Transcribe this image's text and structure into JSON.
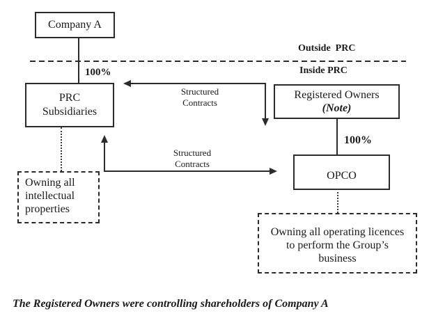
{
  "diagram": {
    "boxes": {
      "company_a": {
        "label": "Company A"
      },
      "prc_subsidiaries": {
        "lines": [
          "PRC",
          "Subsidiaries"
        ]
      },
      "registered_owners": {
        "label": "Registered Owners",
        "note": "(Note)"
      },
      "opco": {
        "label": "OPCO"
      },
      "ip": {
        "lines": [
          "Owning all",
          "intellectual",
          "properties"
        ]
      },
      "licences": {
        "lines": [
          "Owning all operating licences",
          "to perform the Group’s",
          "business"
        ]
      }
    },
    "region_labels": {
      "outside": "Outside  PRC",
      "inside": "Inside PRC"
    },
    "ownership": {
      "company_a_to_prc": "100%",
      "registered_owners_to_opco": "100%"
    },
    "contracts": {
      "top": [
        "Structured",
        "Contracts"
      ],
      "bottom": [
        "Structured",
        "Contracts"
      ]
    },
    "footnote": "The Registered Owners were controlling shareholders of Company A"
  },
  "colors": {
    "ink": "#2b2b2b",
    "text": "#1a1a1a",
    "background": "#ffffff"
  }
}
